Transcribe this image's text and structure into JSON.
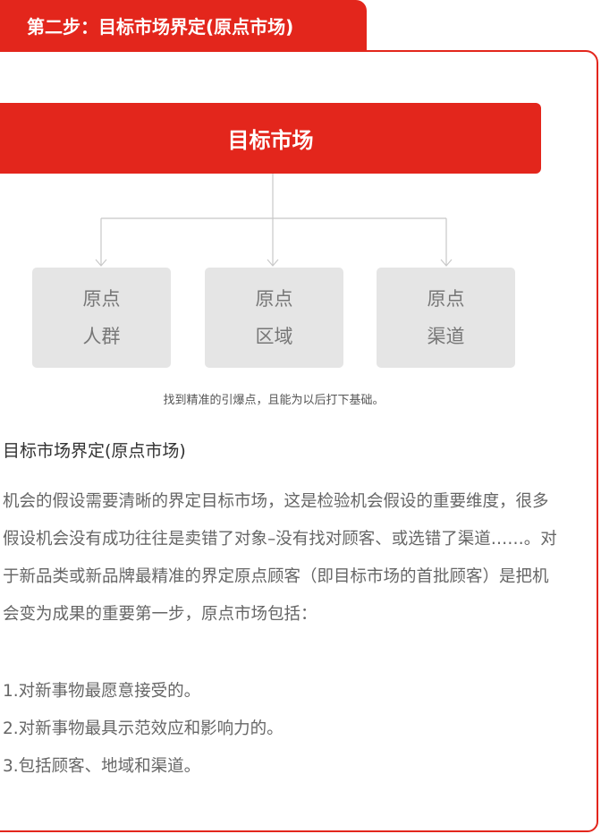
{
  "header": {
    "step_title": "第二步：目标市场界定(原点市场)"
  },
  "diagram": {
    "root": "目标市场",
    "children": [
      {
        "line1": "原点",
        "line2": "人群"
      },
      {
        "line1": "原点",
        "line2": "区域"
      },
      {
        "line1": "原点",
        "line2": "渠道"
      }
    ],
    "caption": "找到精准的引爆点，且能为以后打下基础。"
  },
  "section": {
    "title": "目标市场界定(原点市场)",
    "paragraph": "机会的假设需要清晰的界定目标市场，这是检验机会假设的重要维度，很多假设机会没有成功往往是卖错了对象–没有找对顾客、或选错了渠道……。对于新品类或新品牌最精准的界定原点顾客（即目标市场的首批顾客）是把机会变为成果的重要第一步，原点市场包括：",
    "list": [
      "1.对新事物最愿意接受的。",
      "2.对新事物最具示范效应和影响力的。",
      "3.包括顾客、地域和渠道。"
    ]
  },
  "colors": {
    "accent": "#e3261c",
    "box_fill": "#e5e5e5",
    "connector": "#c8c8c8"
  }
}
